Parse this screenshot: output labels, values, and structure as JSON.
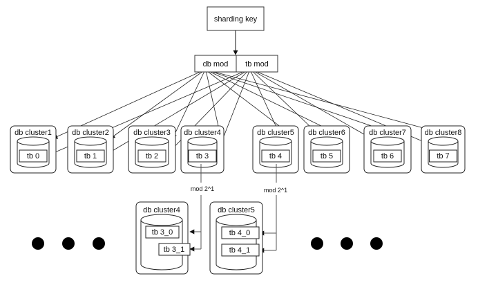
{
  "sharding_key": {
    "label": "sharding key"
  },
  "mod_box": {
    "db_label": "db mod",
    "tb_label": "tb mod"
  },
  "clusters": [
    {
      "title": "db cluster1",
      "table": "tb 0"
    },
    {
      "title": "db cluster2",
      "table": "tb 1"
    },
    {
      "title": "db cluster3",
      "table": "tb 2"
    },
    {
      "title": "db cluster4",
      "table": "tb 3"
    },
    {
      "title": "db cluster5",
      "table": "tb 4"
    },
    {
      "title": "db cluster6",
      "table": "tb 5"
    },
    {
      "title": "db cluster7",
      "table": "tb 6"
    },
    {
      "title": "db cluster8",
      "table": "tb 7"
    }
  ],
  "split_label": "mod 2^1",
  "expanded": [
    {
      "title": "db cluster4",
      "tables": [
        "tb 3_0",
        "tb 3_1"
      ]
    },
    {
      "title": "db cluster5",
      "tables": [
        "tb 4_0",
        "tb 4_1"
      ]
    }
  ]
}
